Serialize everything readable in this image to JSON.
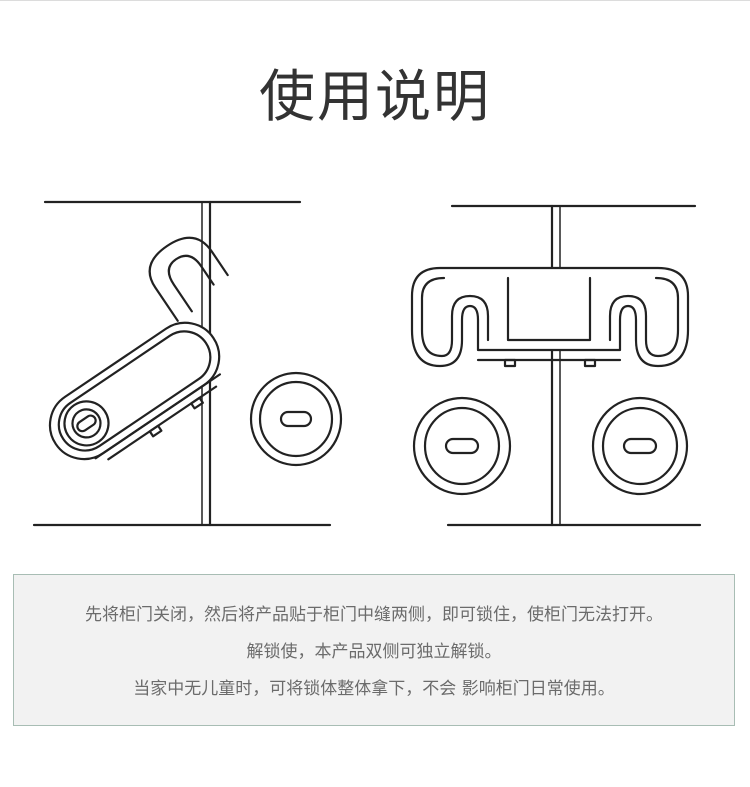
{
  "page": {
    "title": "使用说明"
  },
  "instructions": {
    "lines": [
      "先将柜门关闭，然后将产品贴于柜门中缝两侧，即可锁住，使柜门无法打开。",
      "解锁使，本产品双侧可独立解锁。",
      "当家中无儿童时，可将锁体整体拿下，不会 影响柜门日常使用。"
    ]
  },
  "colors": {
    "title": "#333333",
    "text": "#6b6b6b",
    "box_background": "#f2f2f2",
    "box_border": "#a8bdb4",
    "line_art": "#222222"
  }
}
